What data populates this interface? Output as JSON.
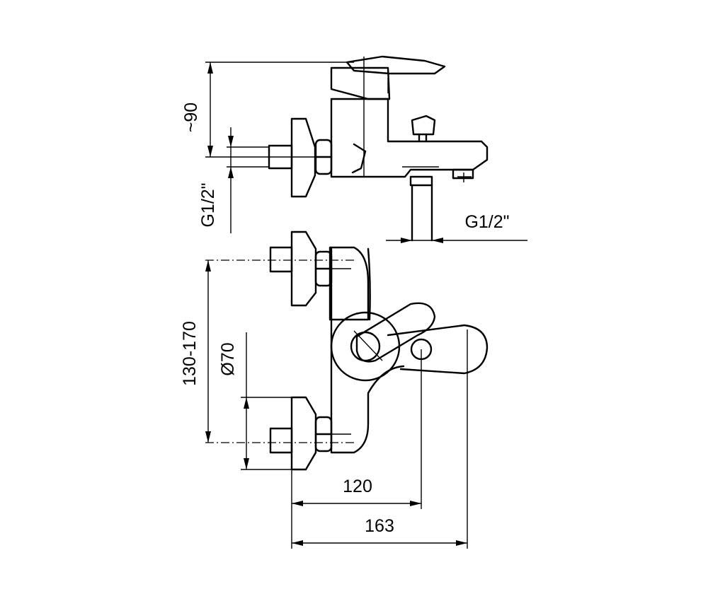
{
  "dimensions": {
    "height_top": "~90",
    "inlet_thread_left": "G1/2\"",
    "outlet_thread": "G1/2\"",
    "inlet_spacing": "130-170",
    "rosette_diameter": "Ø70",
    "handle_offset": "120",
    "overall_depth": "163"
  }
}
